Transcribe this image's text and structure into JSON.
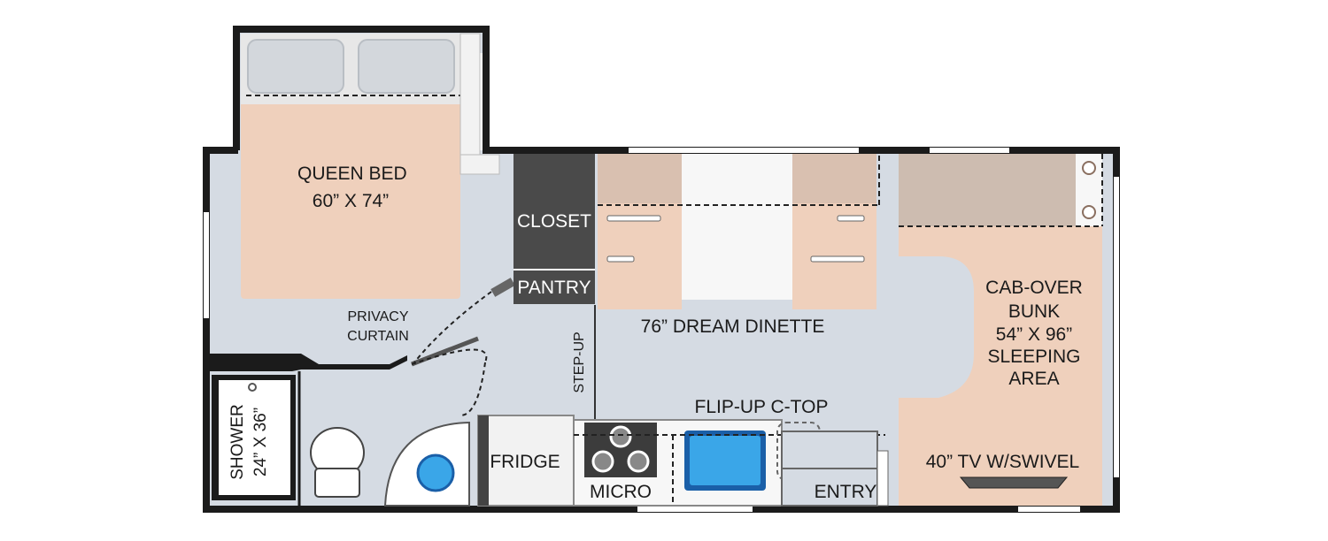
{
  "labels": {
    "queen_bed_title": "QUEEN BED",
    "queen_bed_size": "60” X 74”",
    "closet": "CLOSET",
    "pantry": "PANTRY",
    "privacy_line1": "PRIVACY",
    "privacy_line2": "CURTAIN",
    "dinette": "76” DREAM DINETTE",
    "step_up": "STEP-UP",
    "flip_up": "FLIP-UP C-TOP",
    "bunk_line1": "CAB-OVER",
    "bunk_line2": "BUNK",
    "bunk_line3": "54” X 96”",
    "bunk_line4": "SLEEPING",
    "bunk_line5": "AREA",
    "shower_line1": "SHOWER",
    "shower_line2": "24” X 36”",
    "fridge": "FRIDGE",
    "micro": "MICRO",
    "entry": "ENTRY",
    "tv": "40” TV W/SWIVEL"
  },
  "colors": {
    "wall": "#1b1b1b",
    "floor": "#d5dbe3",
    "bed": "#efd0bc",
    "pillow": "#d3d7dc",
    "closet": "#4a4a4a",
    "cabinet": "#f2f2f2",
    "sink_blue": "#3aa6e8",
    "bench_tan": "#d9c0b0",
    "bunk_top": "#cdbcb0"
  }
}
